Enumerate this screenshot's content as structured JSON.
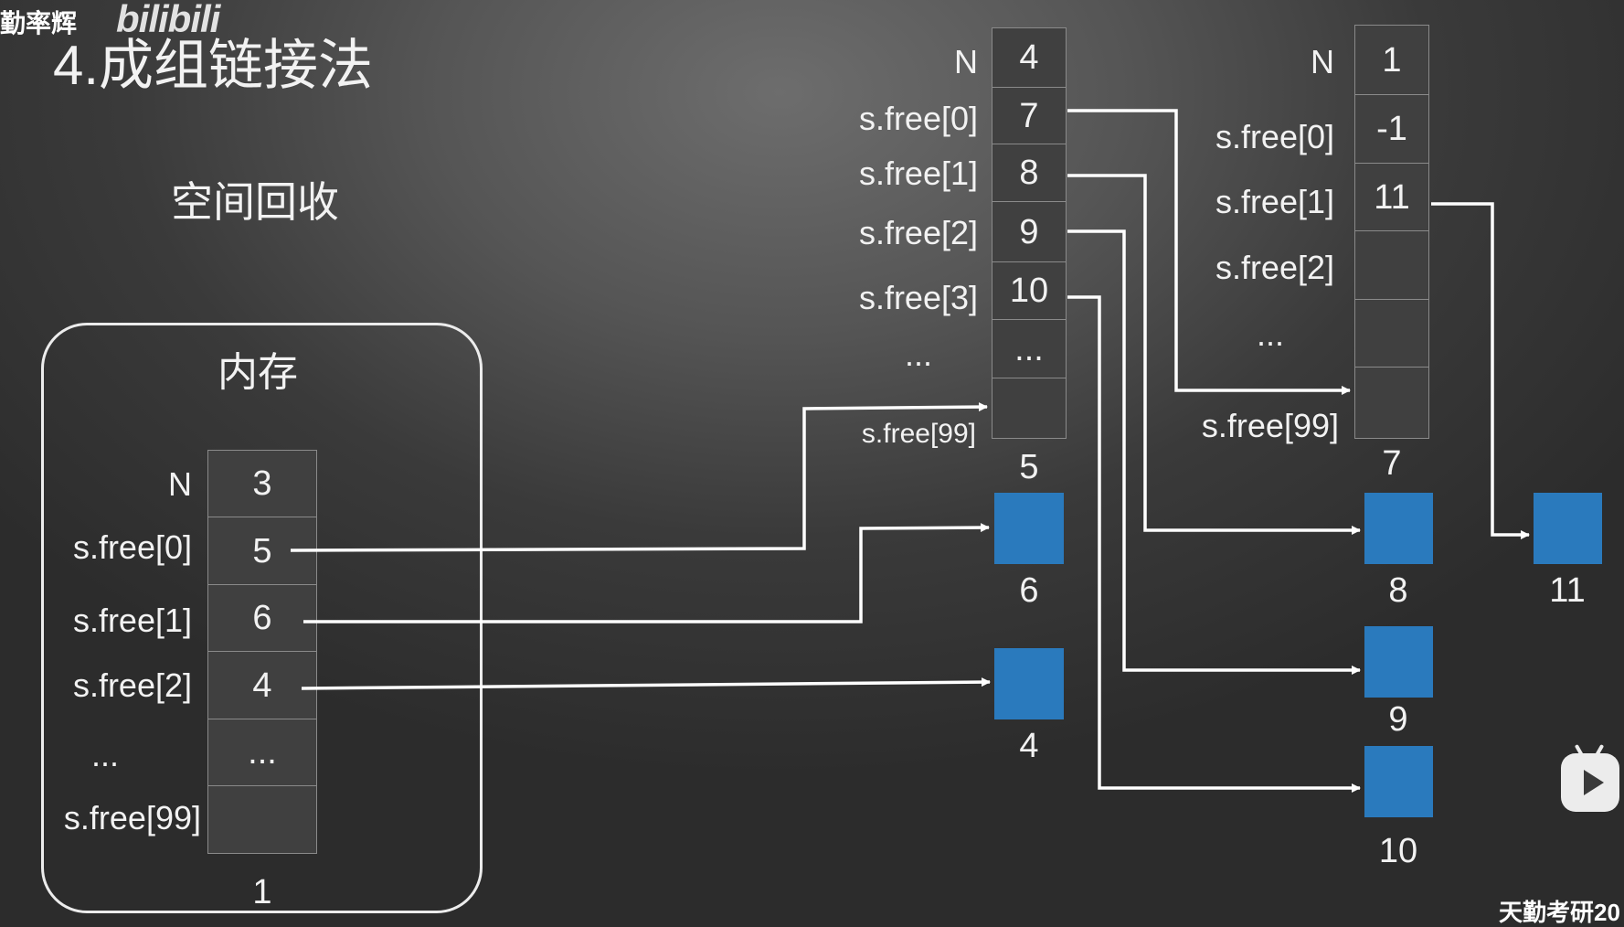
{
  "watermark": {
    "author": "勤率辉",
    "logo": "bilibili",
    "corner": "天勤考研20"
  },
  "title": "4.成组链接法",
  "subtitle": "空间回收",
  "memory": {
    "title": "内存",
    "labels": [
      "N",
      "s.free[0]",
      "s.free[1]",
      "s.free[2]",
      "...",
      "s.free[99]"
    ],
    "values": [
      "3",
      "5",
      "6",
      "4",
      "...",
      ""
    ],
    "block_number": "1"
  },
  "block5": {
    "labels": [
      "N",
      "s.free[0]",
      "s.free[1]",
      "s.free[2]",
      "s.free[3]",
      "...",
      "s.free[99]"
    ],
    "values": [
      "4",
      "7",
      "8",
      "9",
      "10",
      "...",
      ""
    ],
    "block_number": "5"
  },
  "block7": {
    "labels": [
      "N",
      "s.free[0]",
      "s.free[1]",
      "s.free[2]",
      "...",
      "s.free[99]"
    ],
    "values": [
      "1",
      "-1",
      "11",
      "",
      "",
      ""
    ],
    "block_number": "7"
  },
  "free_blocks": [
    "6",
    "4",
    "8",
    "9",
    "10",
    "11"
  ],
  "colors": {
    "block_fill": "#2a7abd",
    "arrow": "#ffffff",
    "cell_border": "#8a8a8a"
  }
}
